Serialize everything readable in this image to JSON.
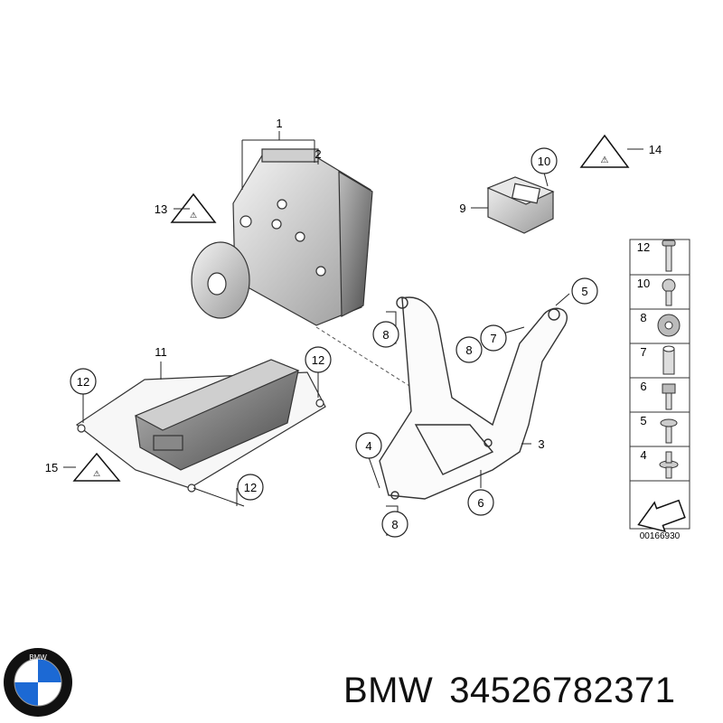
{
  "callouts": {
    "c1": "1",
    "c2": "2",
    "c3": "3",
    "c4": "4",
    "c5": "5",
    "c6": "6",
    "c7": "7",
    "c8a": "8",
    "c8b": "8",
    "c8c": "8",
    "c9": "9",
    "c10": "10",
    "c11": "11",
    "c12a": "12",
    "c12b": "12",
    "c12c": "12",
    "c13": "13",
    "c14": "14",
    "c15": "15"
  },
  "legend": {
    "items": [
      {
        "label": "12",
        "icon": "bolt-icon"
      },
      {
        "label": "10",
        "icon": "flanged-bolt-icon"
      },
      {
        "label": "8",
        "icon": "grommet-icon"
      },
      {
        "label": "7",
        "icon": "sleeve-icon"
      },
      {
        "label": "6",
        "icon": "hex-bolt-icon"
      },
      {
        "label": "5",
        "icon": "collar-screw-icon"
      },
      {
        "label": "4",
        "icon": "washer-screw-icon"
      }
    ],
    "diagram_number": "00166930"
  },
  "footer": {
    "brand": "BMW",
    "part_number": "34526782371"
  },
  "colors": {
    "line": "#222222",
    "bmw_blue": "#1c69d4",
    "bmw_ring": "#111111"
  }
}
